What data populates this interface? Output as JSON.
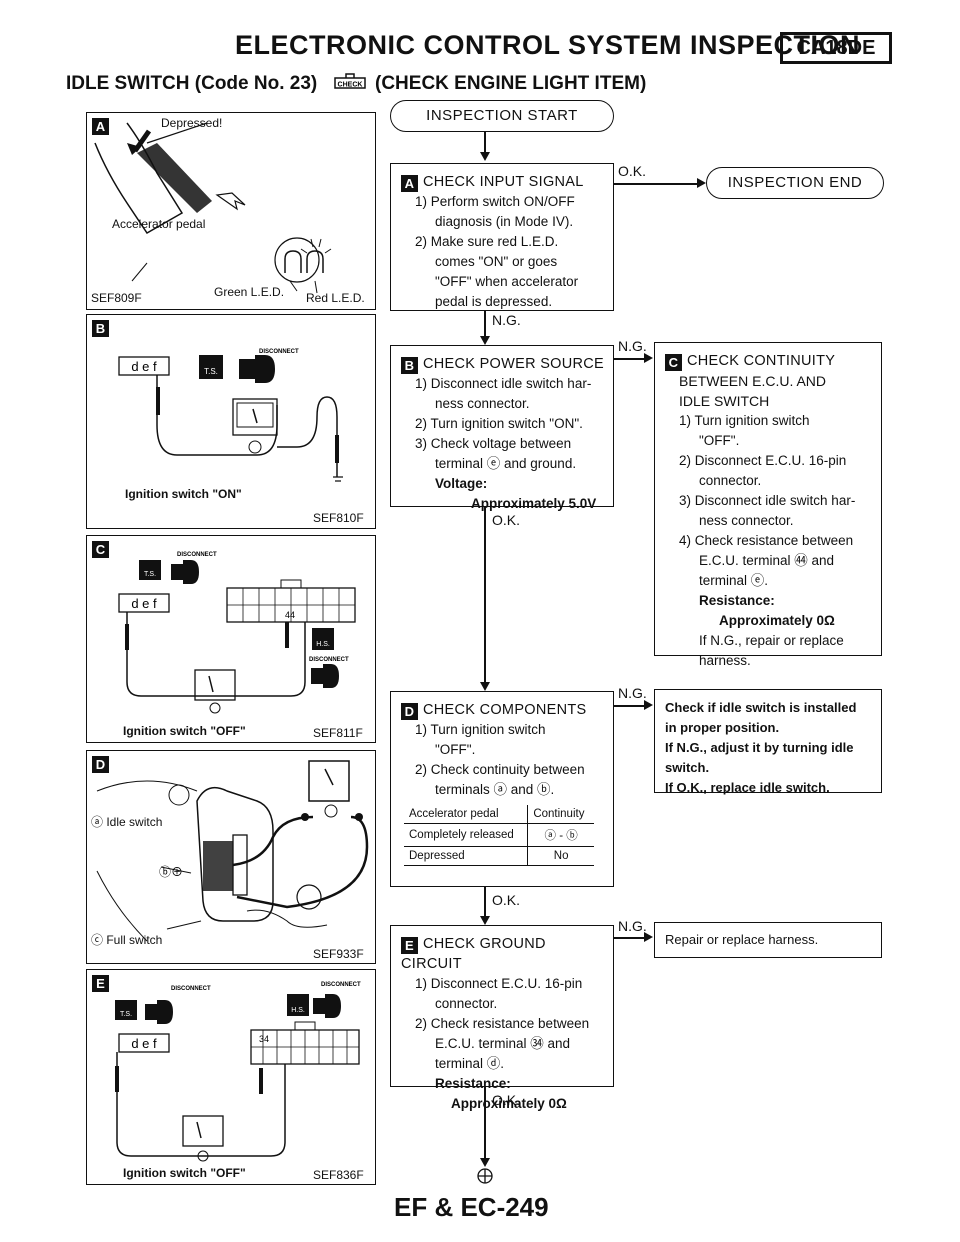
{
  "header": {
    "title": "ELECTRONIC CONTROL SYSTEM INSPECTION",
    "model": "CA18DE",
    "subtitle_left": "IDLE SWITCH (Code No. 23)",
    "subtitle_right": "(CHECK ENGINE LIGHT ITEM)",
    "icon_text": "CHECK"
  },
  "panels": {
    "a": {
      "badge": "A",
      "depressed": "Depressed!",
      "pedal": "Accelerator pedal",
      "green": "Green L.E.D.",
      "red": "Red L.E.D.",
      "code": "SEF809F"
    },
    "b": {
      "badge": "B",
      "switch": "Ignition switch \"ON\"",
      "code": "SEF810F",
      "disconnect": "DISCONNECT",
      "ts": "T.S.",
      "terms": "d e f"
    },
    "c": {
      "badge": "C",
      "switch": "Ignition switch \"OFF\"",
      "code": "SEF811F",
      "disconnect": "DISCONNECT",
      "ts": "T.S.",
      "hs": "H.S.",
      "pin": "44",
      "terms": "d e f"
    },
    "d": {
      "badge": "D",
      "idle": "Idle switch",
      "full": "Full switch",
      "code": "SEF933F"
    },
    "e": {
      "badge": "E",
      "switch": "Ignition switch \"OFF\"",
      "code": "SEF836F",
      "disconnect": "DISCONNECT",
      "ts": "T.S.",
      "hs": "H.S.",
      "pin": "34",
      "terms": "d e f"
    }
  },
  "flow": {
    "start": "INSPECTION START",
    "end": "INSPECTION END",
    "ok": "O.K.",
    "ng": "N.G.",
    "a": {
      "badge": "A",
      "head": "CHECK INPUT SIGNAL",
      "l1": "1) Perform switch ON/OFF",
      "l2": "diagnosis (in Mode IV).",
      "l3": "2) Make sure red L.E.D.",
      "l4": "comes \"ON\" or goes",
      "l5": "\"OFF\" when accelerator",
      "l6": "pedal is depressed."
    },
    "b": {
      "badge": "B",
      "head": "CHECK POWER SOURCE",
      "l1": "1) Disconnect idle switch har-",
      "l2": "ness connector.",
      "l3": "2) Turn ignition switch \"ON\".",
      "l4": "3) Check voltage between",
      "l5": "terminal ⓔ and ground.",
      "l6": "Voltage:",
      "l7": "Approximately 5.0V"
    },
    "c": {
      "badge": "C",
      "head": "CHECK CONTINUITY",
      "h2": "BETWEEN E.C.U. AND",
      "h3": "IDLE SWITCH",
      "l1": "1) Turn ignition switch",
      "l2": "\"OFF\".",
      "l3": "2) Disconnect E.C.U. 16-pin",
      "l4": "connector.",
      "l5": "3) Disconnect idle switch har-",
      "l6": "ness connector.",
      "l7": "4) Check resistance between",
      "l8": "E.C.U. terminal ㊹ and",
      "l9": "terminal ⓔ.",
      "l10": "Resistance:",
      "l11": "Approximately 0Ω",
      "l12": "If N.G., repair or replace",
      "l13": "harness."
    },
    "d": {
      "badge": "D",
      "head": "CHECK COMPONENTS",
      "l1": "1) Turn ignition switch",
      "l2": "\"OFF\".",
      "l3": "2) Check continuity between",
      "l4": "terminals ⓐ and ⓑ."
    },
    "table": {
      "h1": "Accelerator pedal",
      "h2": "Continuity",
      "r1c1": "Completely released",
      "r1c2": "ⓐ - ⓑ",
      "r2c1": "Depressed",
      "r2c2": "No"
    },
    "d_ng": {
      "l1": "Check if idle switch is installed",
      "l2": "in proper position.",
      "l3": "If N.G., adjust it by turning idle",
      "l4": "switch.",
      "l5": "If O.K., replace idle switch."
    },
    "e": {
      "badge": "E",
      "head": "CHECK GROUND CIRCUIT",
      "l1": "1) Disconnect E.C.U. 16-pin",
      "l2": "connector.",
      "l3": "2) Check resistance between",
      "l4": "E.C.U. terminal ㉞ and",
      "l5": "terminal ⓓ.",
      "l6": "Resistance:",
      "l7": "Approximately 0Ω"
    },
    "e_ng": "Repair or replace harness."
  },
  "footer": "EF & EC-249"
}
